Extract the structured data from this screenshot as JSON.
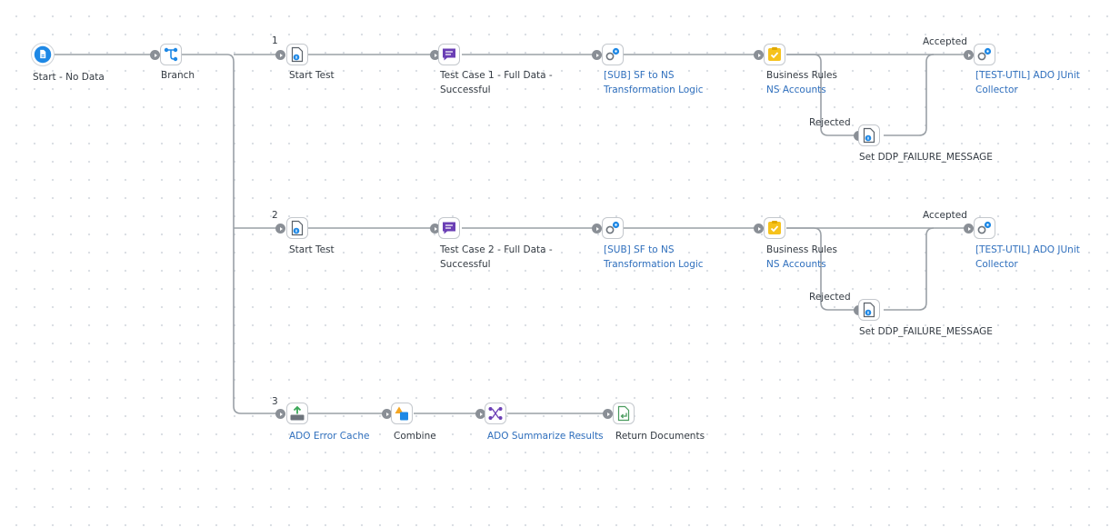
{
  "process": {
    "start": {
      "label": "Start - No Data",
      "icon": "start-document-icon"
    },
    "branch": {
      "label": "Branch",
      "icon": "branch-icon",
      "paths": [
        "1",
        "2",
        "3"
      ]
    },
    "path1": {
      "start_test": "Start Test",
      "test_case": "Test Case 1 - Full Data -\nSuccessful",
      "sub_process": "[SUB] SF to NS\nTransformation Logic",
      "business_rules_title": "Business Rules",
      "business_rules_sub": "NS Accounts",
      "accepted": "Accepted",
      "rejected": "Rejected",
      "collector": "[TEST-UTIL] ADO JUnit\nCollector",
      "set_failure": "Set DDP_FAILURE_MESSAGE"
    },
    "path2": {
      "start_test": "Start Test",
      "test_case": "Test Case 2 - Full Data -\nSuccessful",
      "sub_process": "[SUB] SF to NS\nTransformation Logic",
      "business_rules_title": "Business Rules",
      "business_rules_sub": "NS Accounts",
      "accepted": "Accepted",
      "rejected": "Rejected",
      "collector": "[TEST-UTIL] ADO JUnit\nCollector",
      "set_failure": "Set DDP_FAILURE_MESSAGE"
    },
    "path3": {
      "error_cache": "ADO Error Cache",
      "combine": "Combine",
      "summarize": "ADO Summarize Results",
      "return_documents": "Return Documents"
    }
  },
  "colors": {
    "wire": "#9aa0a6",
    "port": "#8a8f96",
    "link_text": "#2f6fbd",
    "start_blue": "#1e88e5",
    "message_purple": "#6b3fb5",
    "business_rules_yellow": "#f6c21c",
    "error_cache_green": "#3aa757",
    "combine_orange": "#f5a623",
    "return_green": "#4a9b5e"
  }
}
